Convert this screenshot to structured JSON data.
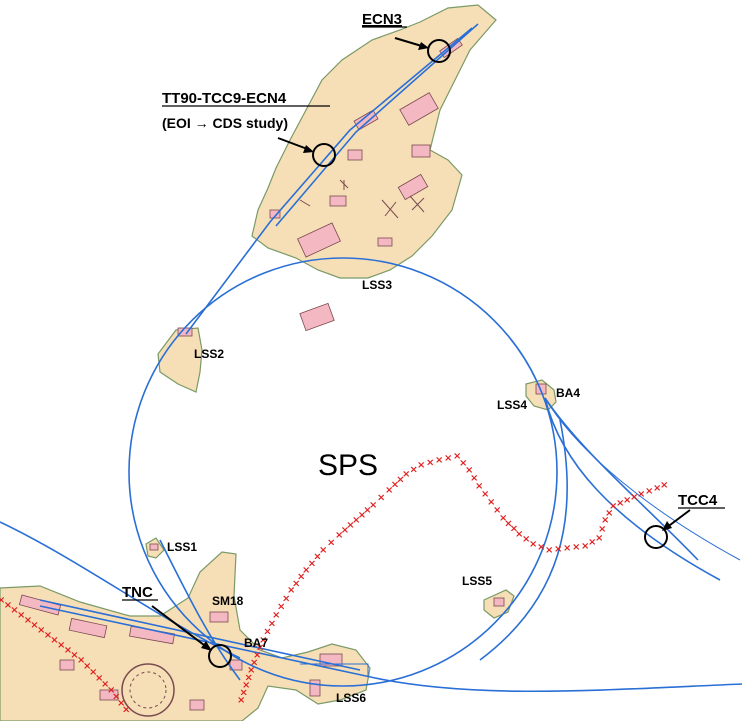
{
  "labels": {
    "ecn3": "ECN3",
    "tt90": "TT90-TCC9-ECN4",
    "eoi": "(EOI → CDS study)",
    "lss3": "LSS3",
    "lss2": "LSS2",
    "ba4": "BA4",
    "lss4": "LSS4",
    "sps": "SPS",
    "tcc4": "TCC4",
    "lss1": "LSS1",
    "lss5": "LSS5",
    "tnc": "TNC",
    "sm18": "SM18",
    "ba7": "BA7",
    "lss6": "LSS6"
  },
  "colors": {
    "beamline": "#2a6fd6",
    "border_crosses": "#e02020",
    "site_fill": "#f6dfb7",
    "building_fill": "#f4b8c2"
  }
}
